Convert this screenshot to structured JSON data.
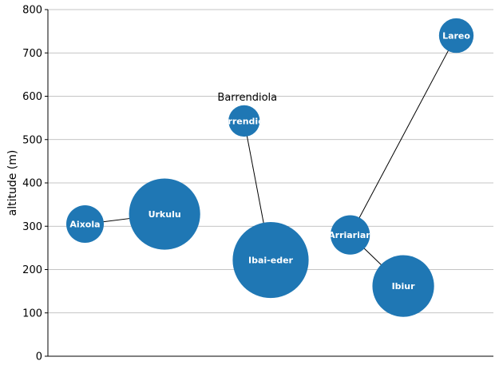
{
  "chart_data": {
    "type": "scatter",
    "title": "",
    "xlabel": "",
    "ylabel": "altitude (m)",
    "ylim": [
      0,
      800
    ],
    "yticks": [
      0,
      100,
      200,
      300,
      400,
      500,
      600,
      700,
      800
    ],
    "grid": "horizontal",
    "legend": "none",
    "color": "#1f77b4",
    "points": [
      {
        "name": "Aixola",
        "x": 0,
        "y": 305,
        "size": 1
      },
      {
        "name": "Urkulu",
        "x": 1.5,
        "y": 328,
        "size": 3.6
      },
      {
        "name": "Barrendiola",
        "x": 3.0,
        "y": 543,
        "size": 0.7
      },
      {
        "name": "Ibai-eder",
        "x": 3.5,
        "y": 222,
        "size": 4.1
      },
      {
        "name": "Arriarian",
        "x": 5.0,
        "y": 280,
        "size": 1.1
      },
      {
        "name": "Ibiur",
        "x": 6.0,
        "y": 162,
        "size": 2.7
      },
      {
        "name": "Lareo",
        "x": 7.0,
        "y": 740,
        "size": 0.85
      }
    ],
    "connections": [
      [
        "Aixola",
        "Urkulu"
      ],
      [
        "Barrendiola",
        "Ibai-eder"
      ],
      [
        "Arriarian",
        "Ibiur"
      ],
      [
        "Arriarian",
        "Lareo"
      ]
    ],
    "annotations": [
      {
        "text": "Barrendiola",
        "point": "Barrendiola"
      }
    ]
  }
}
